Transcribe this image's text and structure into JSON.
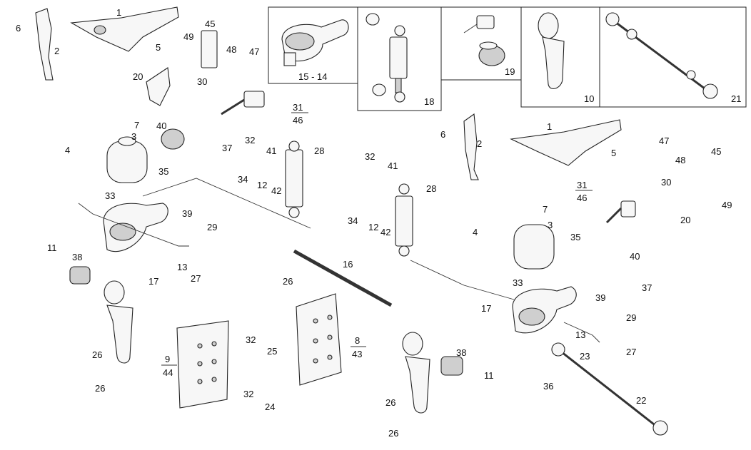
{
  "callouts": [
    {
      "id": "c1",
      "text": "1"
    },
    {
      "id": "c2",
      "text": "2"
    },
    {
      "id": "c3",
      "text": "3"
    },
    {
      "id": "c4",
      "text": "4"
    },
    {
      "id": "c5",
      "text": "5"
    },
    {
      "id": "c6",
      "text": "6"
    },
    {
      "id": "c7",
      "text": "7"
    },
    {
      "id": "c8",
      "text": "8"
    },
    {
      "id": "c9",
      "text": "9"
    },
    {
      "id": "c10",
      "text": "10"
    },
    {
      "id": "c11",
      "text": "11"
    },
    {
      "id": "c12",
      "text": "12"
    },
    {
      "id": "c13",
      "text": "13"
    },
    {
      "id": "c14",
      "text": "15 - 14"
    },
    {
      "id": "c16",
      "text": "16"
    },
    {
      "id": "c17",
      "text": "17"
    },
    {
      "id": "c18",
      "text": "18"
    },
    {
      "id": "c19",
      "text": "19"
    },
    {
      "id": "c20",
      "text": "20"
    },
    {
      "id": "c21",
      "text": "21"
    },
    {
      "id": "c22",
      "text": "22"
    },
    {
      "id": "c23",
      "text": "23"
    },
    {
      "id": "c24",
      "text": "24"
    },
    {
      "id": "c25",
      "text": "25"
    },
    {
      "id": "c26",
      "text": "26"
    },
    {
      "id": "c27",
      "text": "27"
    },
    {
      "id": "c28",
      "text": "28"
    },
    {
      "id": "c29",
      "text": "29"
    },
    {
      "id": "c30",
      "text": "30"
    },
    {
      "id": "c32",
      "text": "32"
    },
    {
      "id": "c33",
      "text": "33"
    },
    {
      "id": "c34",
      "text": "34"
    },
    {
      "id": "c35",
      "text": "35"
    },
    {
      "id": "c36",
      "text": "36"
    },
    {
      "id": "c37",
      "text": "37"
    },
    {
      "id": "c38",
      "text": "38"
    },
    {
      "id": "c39",
      "text": "39"
    },
    {
      "id": "c40",
      "text": "40"
    },
    {
      "id": "c41",
      "text": "41"
    },
    {
      "id": "c42",
      "text": "42"
    },
    {
      "id": "c45",
      "text": "45"
    },
    {
      "id": "c47",
      "text": "47"
    },
    {
      "id": "c48",
      "text": "48"
    },
    {
      "id": "c49",
      "text": "49"
    }
  ],
  "fractions": [
    {
      "id": "f31",
      "top": "31",
      "bottom": "46"
    },
    {
      "id": "f9",
      "top": "9",
      "bottom": "44"
    },
    {
      "id": "f8",
      "top": "8",
      "bottom": "43"
    }
  ]
}
